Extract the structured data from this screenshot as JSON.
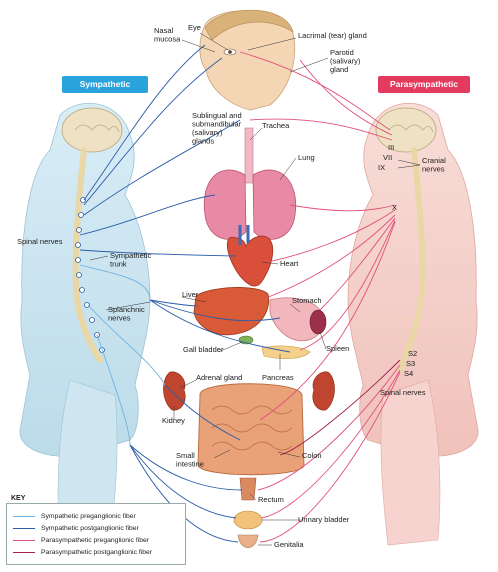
{
  "headers": {
    "sympathetic": "Sympathetic",
    "parasympathetic": "Parasympathetic"
  },
  "labels": {
    "nasal_mucosa": "Nasal\nmucosa",
    "eye": "Eye",
    "lacrimal_gland": "Lacrimal (tear) gland",
    "parotid_gland": "Parotid\n(salivary)\ngland",
    "sublingual_glands": "Sublingual and\nsubmandibular\n(salivary)\nglands",
    "trachea": "Trachea",
    "lung": "Lung",
    "cranial_nerves": "Cranial\nnerves",
    "cn_iii": "III",
    "cn_vii": "VII",
    "cn_ix": "IX",
    "cn_x": "X",
    "spinal_nerves_left": "Spinal nerves",
    "sympathetic_trunk": "Sympathetic\ntrunk",
    "heart": "Heart",
    "liver": "Liver",
    "stomach": "Stomach",
    "splanchnic_nerves": "Splanchnic\nnerves",
    "spleen": "Spleen",
    "gall_bladder": "Gall bladder",
    "pancreas": "Pancreas",
    "adrenal_gland": "Adrenal gland",
    "kidney": "Kidney",
    "small_intestine": "Small\nintestine",
    "colon": "Colon",
    "spinal_nerves_right": "Spinal nerves",
    "s2": "S2",
    "s3": "S3",
    "s4": "S4",
    "rectum": "Rectum",
    "urinary_bladder": "Urinary bladder",
    "genitalia": "Genitalia"
  },
  "key": {
    "title": "KEY",
    "items": [
      {
        "label": "Sympathetic preganglionic fiber",
        "color": "#6fb3e0"
      },
      {
        "label": "Sympathetic postganglionic fiber",
        "color": "#2a5ca8"
      },
      {
        "label": "Parasympathetic preganglionic fiber",
        "color": "#e0507a"
      },
      {
        "label": "Parasympathetic postganglionic fiber",
        "color": "#a3204a"
      }
    ]
  },
  "colors": {
    "sympathetic_banner": "#2aa3dc",
    "parasympathetic_banner": "#e33a5e",
    "sympathetic_body": "#cfe6f0",
    "parasympathetic_body": "#f6d3cf",
    "organ_red": "#d94f3a",
    "lung_pink": "#e88aa6"
  }
}
